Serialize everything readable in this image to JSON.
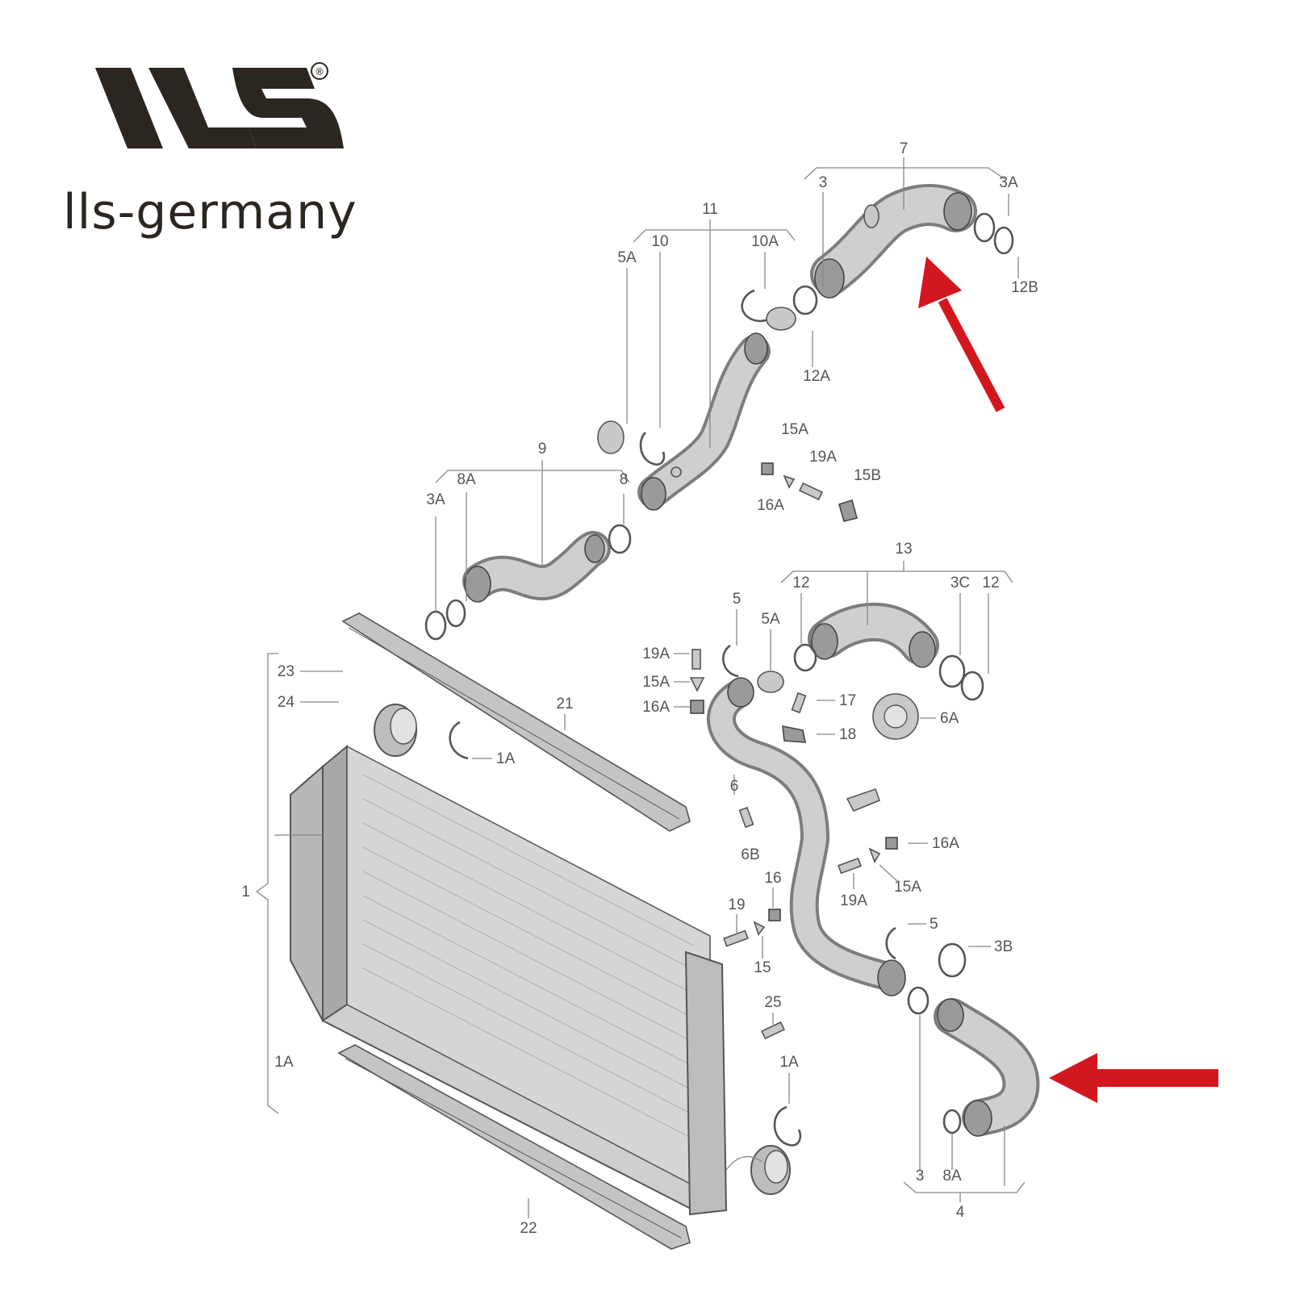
{
  "brand": {
    "name": "lls-germany",
    "logo_icon": "lls-logo-mark",
    "registered_mark": "®"
  },
  "colors": {
    "logo": "#2c2620",
    "arrow": "#d3171e",
    "drawing": "#555555",
    "hose_fill": "#c9c9c9"
  },
  "labels": {
    "l7": "7",
    "l3_top": "3",
    "l3A_top": "3A",
    "l12B": "12B",
    "l11": "11",
    "l10": "10",
    "l10A": "10A",
    "l5A_top": "5A",
    "l12A": "12A",
    "l15A_top": "15A",
    "l19A_top": "19A",
    "l15B": "15B",
    "l16A_top": "16A",
    "l9": "9",
    "l3A_left": "3A",
    "l8A_left": "8A",
    "l8": "8",
    "l13": "13",
    "l12_a": "12",
    "l3C": "3C",
    "l12_b": "12",
    "l5_mid": "5",
    "l5A_mid": "5A",
    "l19A_left": "19A",
    "l15A_left": "15A",
    "l16A_left": "16A",
    "l17": "17",
    "l18": "18",
    "l6A": "6A",
    "l23": "23",
    "l24": "24",
    "l1A_top": "1A",
    "l21": "21",
    "l6": "6",
    "l6B": "6B",
    "l16A_right": "16A",
    "l16": "16",
    "l19": "19",
    "l15A_right": "15A",
    "l19A_right": "19A",
    "l15": "15",
    "l5_low": "5",
    "l3B": "3B",
    "l1": "1",
    "l1A_left": "1A",
    "l25": "25",
    "l1A_low": "1A",
    "l3_bot": "3",
    "l8A_bot": "8A",
    "l4": "4",
    "l22": "22"
  }
}
